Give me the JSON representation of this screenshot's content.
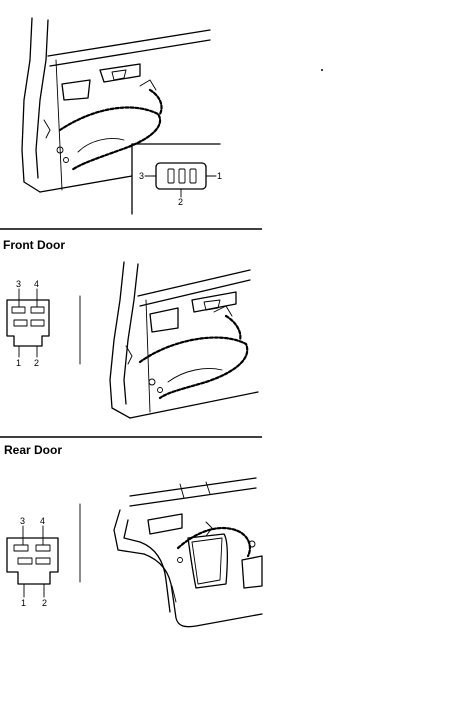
{
  "sections": {
    "front_door": {
      "title": "Front Door"
    },
    "rear_door": {
      "title": "Rear Door"
    }
  },
  "connectors": {
    "liftgate": {
      "pins": {
        "p1": "1",
        "p2": "2",
        "p3": "3"
      }
    },
    "front": {
      "pins": {
        "p1": "1",
        "p2": "2",
        "p3": "3",
        "p4": "4"
      }
    },
    "rear": {
      "pins": {
        "p1": "1",
        "p2": "2",
        "p3": "3",
        "p4": "4"
      }
    }
  }
}
